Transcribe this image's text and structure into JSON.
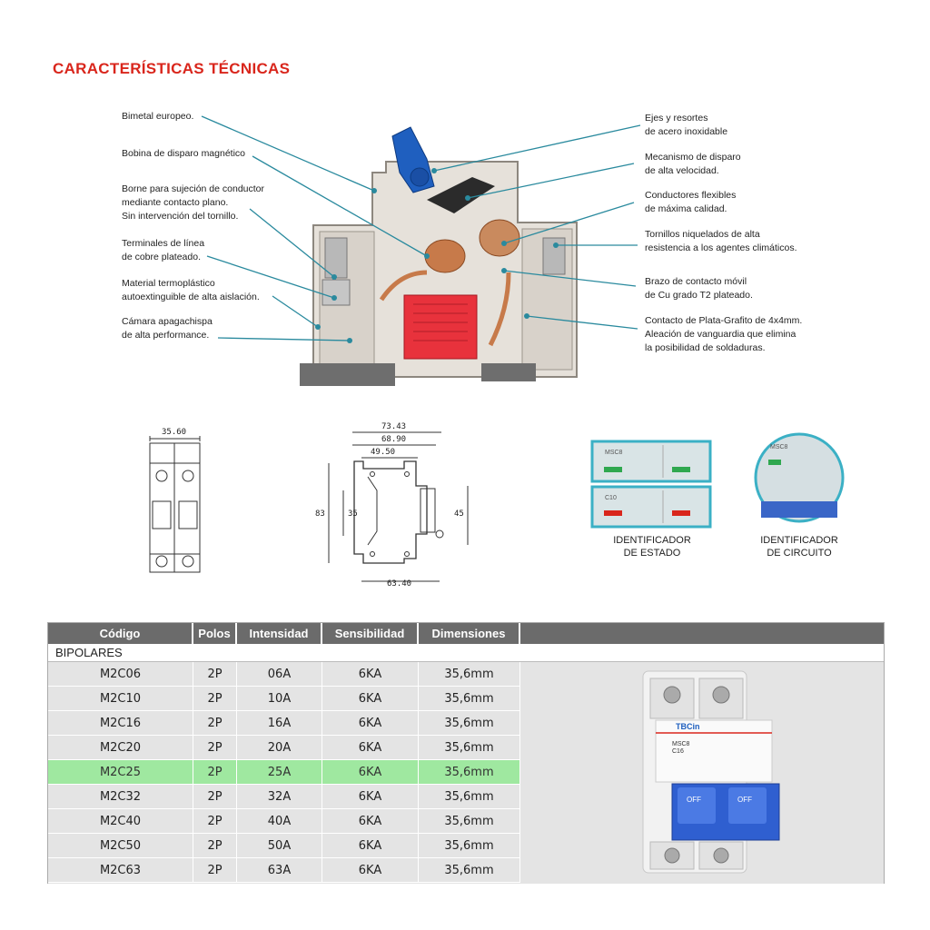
{
  "title": "CARACTERÍSTICAS TÉCNICAS",
  "left_labels": [
    [
      "Bimetal europeo."
    ],
    [
      "Bobina de disparo magnético"
    ],
    [
      "Borne para sujeción de conductor",
      "mediante contacto plano.",
      "Sin intervención del tornillo."
    ],
    [
      "Terminales de línea",
      "de cobre plateado."
    ],
    [
      "Material termoplástico",
      "autoextinguible de alta aislación."
    ],
    [
      "Cámara apagachispa",
      "de alta performance."
    ]
  ],
  "right_labels": [
    [
      "Ejes y resortes",
      "de acero inoxidable"
    ],
    [
      "Mecanismo de disparo",
      "de alta velocidad."
    ],
    [
      "Conductores flexibles",
      "de máxima calidad."
    ],
    [
      "Tornillos niquelados de alta",
      "resistencia a los agentes climáticos."
    ],
    [
      "Brazo de contacto móvil",
      "de Cu grado T2 plateado."
    ],
    [
      "Contacto de Plata-Grafito de 4x4mm.",
      "Aleación de vanguardia que elimina",
      "la posibilidad de soldaduras."
    ]
  ],
  "dimensions": {
    "front_width": "35.60",
    "side": [
      "73.43",
      "68.90",
      "49.50",
      "83",
      "35",
      "45",
      "63.40"
    ]
  },
  "identifiers": {
    "state": [
      "IDENTIFICADOR",
      "DE ESTADO"
    ],
    "circuit": [
      "IDENTIFICADOR",
      "DE CIRCUITO"
    ],
    "label_small": "MSC8",
    "label_c": "C10"
  },
  "table": {
    "headers": [
      "Código",
      "Polos",
      "Intensidad",
      "Sensibilidad",
      "Dimensiones"
    ],
    "group": "BIPOLARES",
    "rows": [
      [
        "M2C06",
        "2P",
        "06A",
        "6KA",
        "35,6mm"
      ],
      [
        "M2C10",
        "2P",
        "10A",
        "6KA",
        "35,6mm"
      ],
      [
        "M2C16",
        "2P",
        "16A",
        "6KA",
        "35,6mm"
      ],
      [
        "M2C20",
        "2P",
        "20A",
        "6KA",
        "35,6mm"
      ],
      [
        "M2C25",
        "2P",
        "25A",
        "6KA",
        "35,6mm"
      ],
      [
        "M2C32",
        "2P",
        "32A",
        "6KA",
        "35,6mm"
      ],
      [
        "M2C40",
        "2P",
        "40A",
        "6KA",
        "35,6mm"
      ],
      [
        "M2C50",
        "2P",
        "50A",
        "6KA",
        "35,6mm"
      ],
      [
        "M2C63",
        "2P",
        "63A",
        "6KA",
        "35,6mm"
      ]
    ],
    "highlight_row": 4,
    "highlight_color": "#9fe8a0",
    "header_color": "#6b6b6b"
  },
  "product": {
    "brand": "TBCin",
    "model": "MSC8",
    "rating": "C16",
    "switch_left": "OFF",
    "switch_right": "OFF"
  },
  "colors": {
    "title": "#d9261c",
    "leader": "#2a8a9e",
    "handle": "#1f5fbf",
    "chamber": "#e8323c"
  }
}
